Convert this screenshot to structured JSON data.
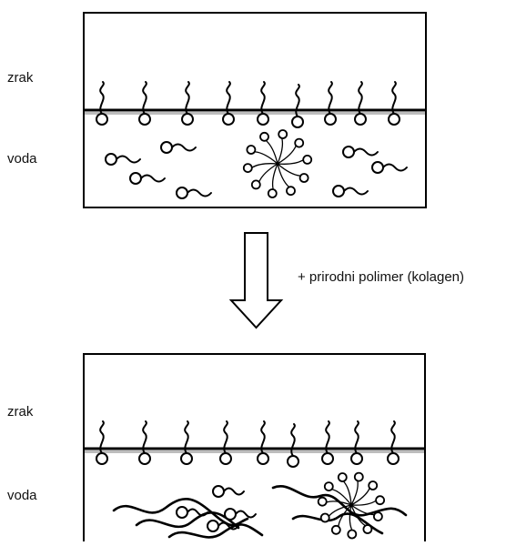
{
  "panel_top": {
    "label_air": "zrak",
    "label_water": "voda"
  },
  "arrow": {
    "caption": "+ prirodni polimer (kolagen)"
  },
  "panel_bottom": {
    "label_air": "zrak",
    "label_water": "voda"
  },
  "colors": {
    "line": "#000000",
    "interface": "#222222",
    "background": "#ffffff"
  }
}
